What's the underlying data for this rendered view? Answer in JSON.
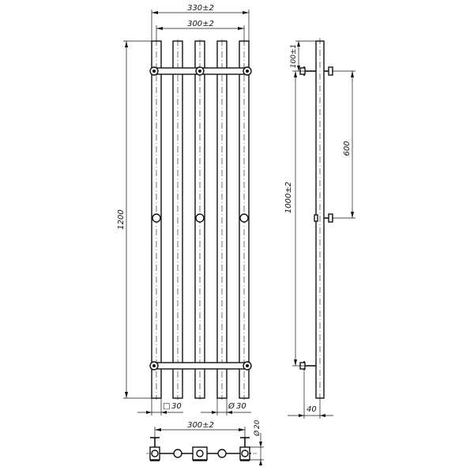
{
  "dimensions": {
    "overall_width": "330±2",
    "center_spacing": "300±2",
    "height": "1200",
    "square_profile": "30",
    "round_profile": "30",
    "top_mount_offset": "100±1",
    "mount_spacing": "600",
    "connection_spacing": "1000±2",
    "wall_offset": "40",
    "bottom_center_spacing": "300±2",
    "diameter_small": "20"
  },
  "symbols": {
    "square": "□",
    "diameter": "Ø"
  }
}
